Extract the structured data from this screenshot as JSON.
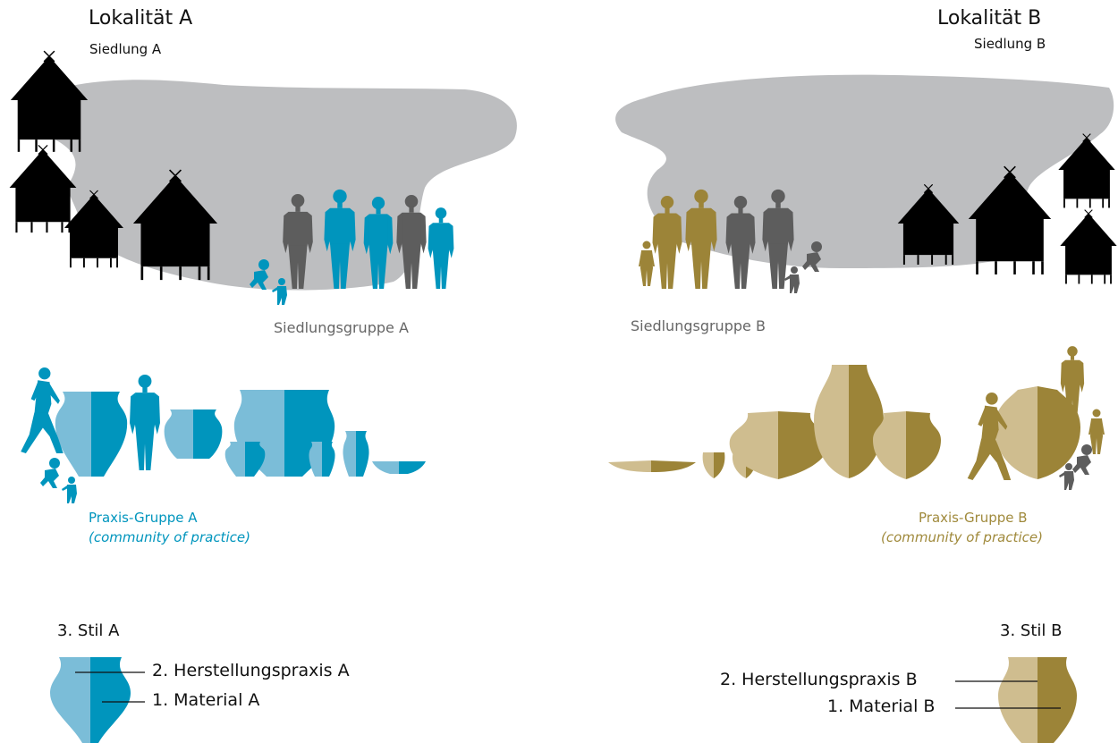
{
  "localities": {
    "a": {
      "title": "Lokalität  A",
      "settlement": "Siedlung A",
      "settlement_group": "Siedlungsgruppe A",
      "practice_group": "Praxis-Gruppe A",
      "practice_sub": "(community of practice)"
    },
    "b": {
      "title": "Lokalität  B",
      "settlement": "Siedlung B",
      "settlement_group": "Siedlungsgruppe B",
      "practice_group": "Praxis-Gruppe B",
      "practice_sub": "(community of practice)"
    }
  },
  "legend": {
    "a": {
      "style": "3. Stil A",
      "practice": "2. Herstellungspraxis A",
      "material": "1. Material A"
    },
    "b": {
      "style": "3. Stil B",
      "practice": "2. Herstellungspraxis B",
      "material": "1. Material B"
    }
  },
  "colors": {
    "blue_dark": "#0095bd",
    "blue_light": "#7bbdd8",
    "gold_dark": "#9c8438",
    "gold_light": "#cfbd8f",
    "grey_person": "#5d5d5d",
    "grey_area": "#bdbec0",
    "house": "#000000"
  }
}
